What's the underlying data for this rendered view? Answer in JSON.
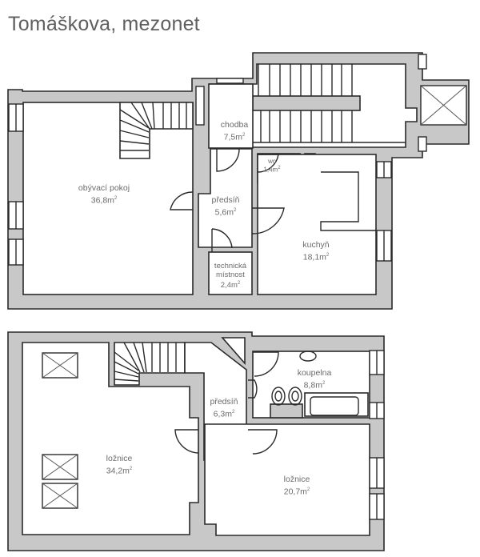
{
  "title": "Tomáškova, mezonet",
  "floors": [
    {
      "name": "lower-floor",
      "rooms": [
        {
          "id": "obyvaci-pokoj",
          "name": "obývací pokoj",
          "area": "36,8m",
          "unit_sup": "2"
        },
        {
          "id": "chodba",
          "name": "chodba",
          "area": "7,5m",
          "unit_sup": "2"
        },
        {
          "id": "wc",
          "name": "wc",
          "area": "1,4m",
          "unit_sup": "2"
        },
        {
          "id": "predsin-1",
          "name": "předsíň",
          "area": "5,6m",
          "unit_sup": "2"
        },
        {
          "id": "kuchyn",
          "name": "kuchyň",
          "area": "18,1m",
          "unit_sup": "2"
        },
        {
          "id": "technicka-mistnost",
          "name_line1": "technická",
          "name_line2": "místnost",
          "area": "2,4m",
          "unit_sup": "2"
        }
      ]
    },
    {
      "name": "upper-floor",
      "rooms": [
        {
          "id": "loznice-1",
          "name": "ložnice",
          "area": "34,2m",
          "unit_sup": "2"
        },
        {
          "id": "predsin-2",
          "name": "předsíň",
          "area": "6,3m",
          "unit_sup": "2"
        },
        {
          "id": "koupelna",
          "name": "koupelna",
          "area": "8,8m",
          "unit_sup": "2"
        },
        {
          "id": "loznice-2",
          "name": "ložnice",
          "area": "20,7m",
          "unit_sup": "2"
        }
      ]
    }
  ],
  "colors": {
    "wall": "#c8c8c8",
    "outline": "#2a2a2a",
    "label": "#6b6b6b",
    "title": "#5f5f5f"
  }
}
